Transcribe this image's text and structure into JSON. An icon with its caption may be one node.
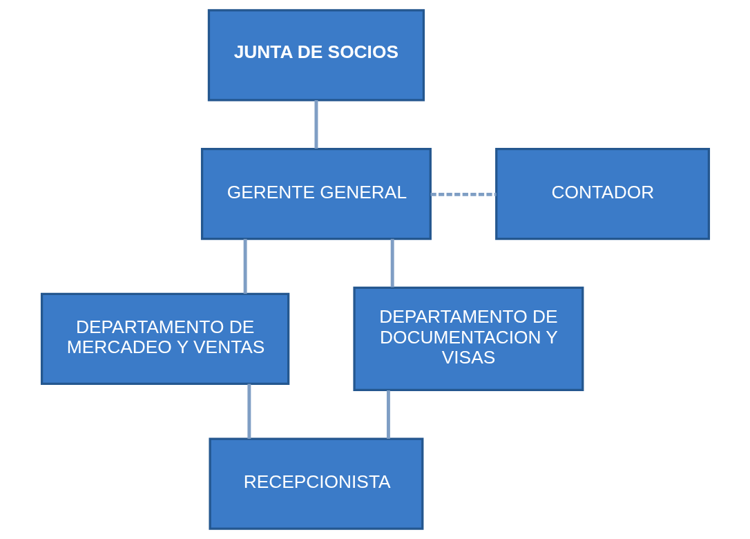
{
  "diagram": {
    "nodes": [
      {
        "text": [
          "JUNTA DE SOCIOS"
        ]
      },
      {
        "text": [
          "GERENTE GENERAL"
        ]
      },
      {
        "text": [
          "CONTADOR"
        ]
      },
      {
        "text": [
          "DEPARTAMENTO DE MERCADEO Y VENTAS"
        ]
      },
      {
        "text": [
          "DEPARTAMENTO DE DOCUMENTACION Y VISAS"
        ]
      },
      {
        "text": [
          "RECEPCIONISTA"
        ]
      }
    ],
    "edges": [
      {
        "from": 0,
        "to": 1,
        "arrow": "none"
      },
      {
        "from": 1,
        "to": 2,
        "arrow": "none",
        "style": "dashed"
      },
      {
        "from": 1,
        "to": 3,
        "arrow": "none"
      },
      {
        "from": 1,
        "to": 4,
        "arrow": "none"
      },
      {
        "from": 3,
        "to": 5,
        "arrow": "none"
      },
      {
        "from": 4,
        "to": 5,
        "arrow": "none"
      }
    ]
  }
}
